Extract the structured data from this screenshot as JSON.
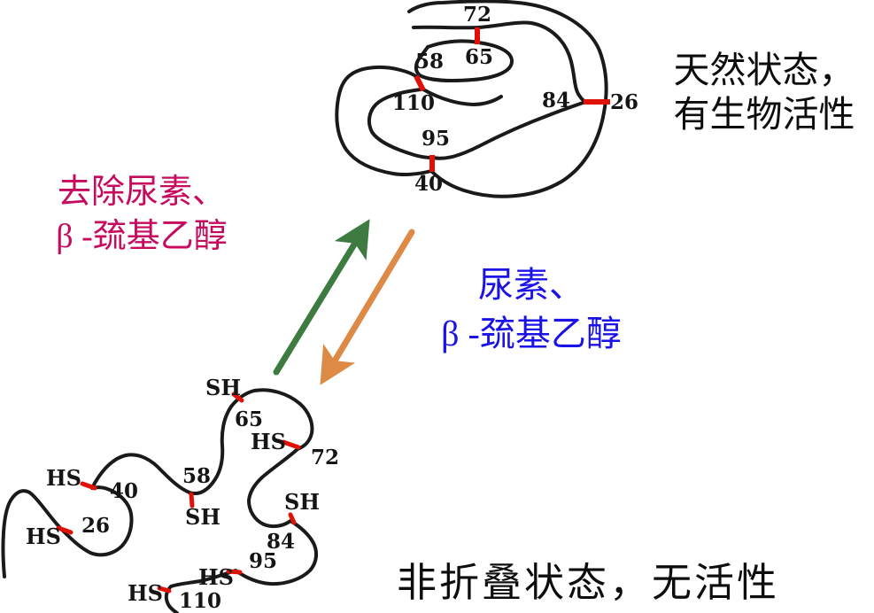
{
  "colors": {
    "background": "#ffffff",
    "chain": "#1a1a1a",
    "disulfide_bond": "#e01207",
    "reverse_arrow": "#3d7b41",
    "forward_arrow": "#dc8a45",
    "reverse_text": "#c60a5e",
    "forward_text": "#1a12e6"
  },
  "native_state": {
    "line1": "天然状态，",
    "line2": "有生物活性"
  },
  "unfolded_state": {
    "label": "非折叠状态，无活性"
  },
  "reverse_reaction": {
    "line1": "去除尿素、",
    "line2": "β -巯基乙醇",
    "arrow_direction": "up-toward-native"
  },
  "forward_reaction": {
    "line1": "尿素、",
    "line2": "β -巯基乙醇",
    "arrow_direction": "down-toward-unfolded"
  },
  "folded_protein": {
    "residue_labels": [
      "72",
      "65",
      "58",
      "110",
      "84",
      "26",
      "95",
      "40"
    ],
    "disulfide_bonds": [
      "65–72",
      "58–110",
      "26–84",
      "40–95"
    ]
  },
  "unfolded_protein": {
    "labels": [
      "SH",
      "65",
      "HS",
      "72",
      "HS",
      "40",
      "58",
      "SH",
      "HS",
      "26",
      "SH",
      "84",
      "95",
      "HS",
      "HS",
      "110"
    ]
  }
}
